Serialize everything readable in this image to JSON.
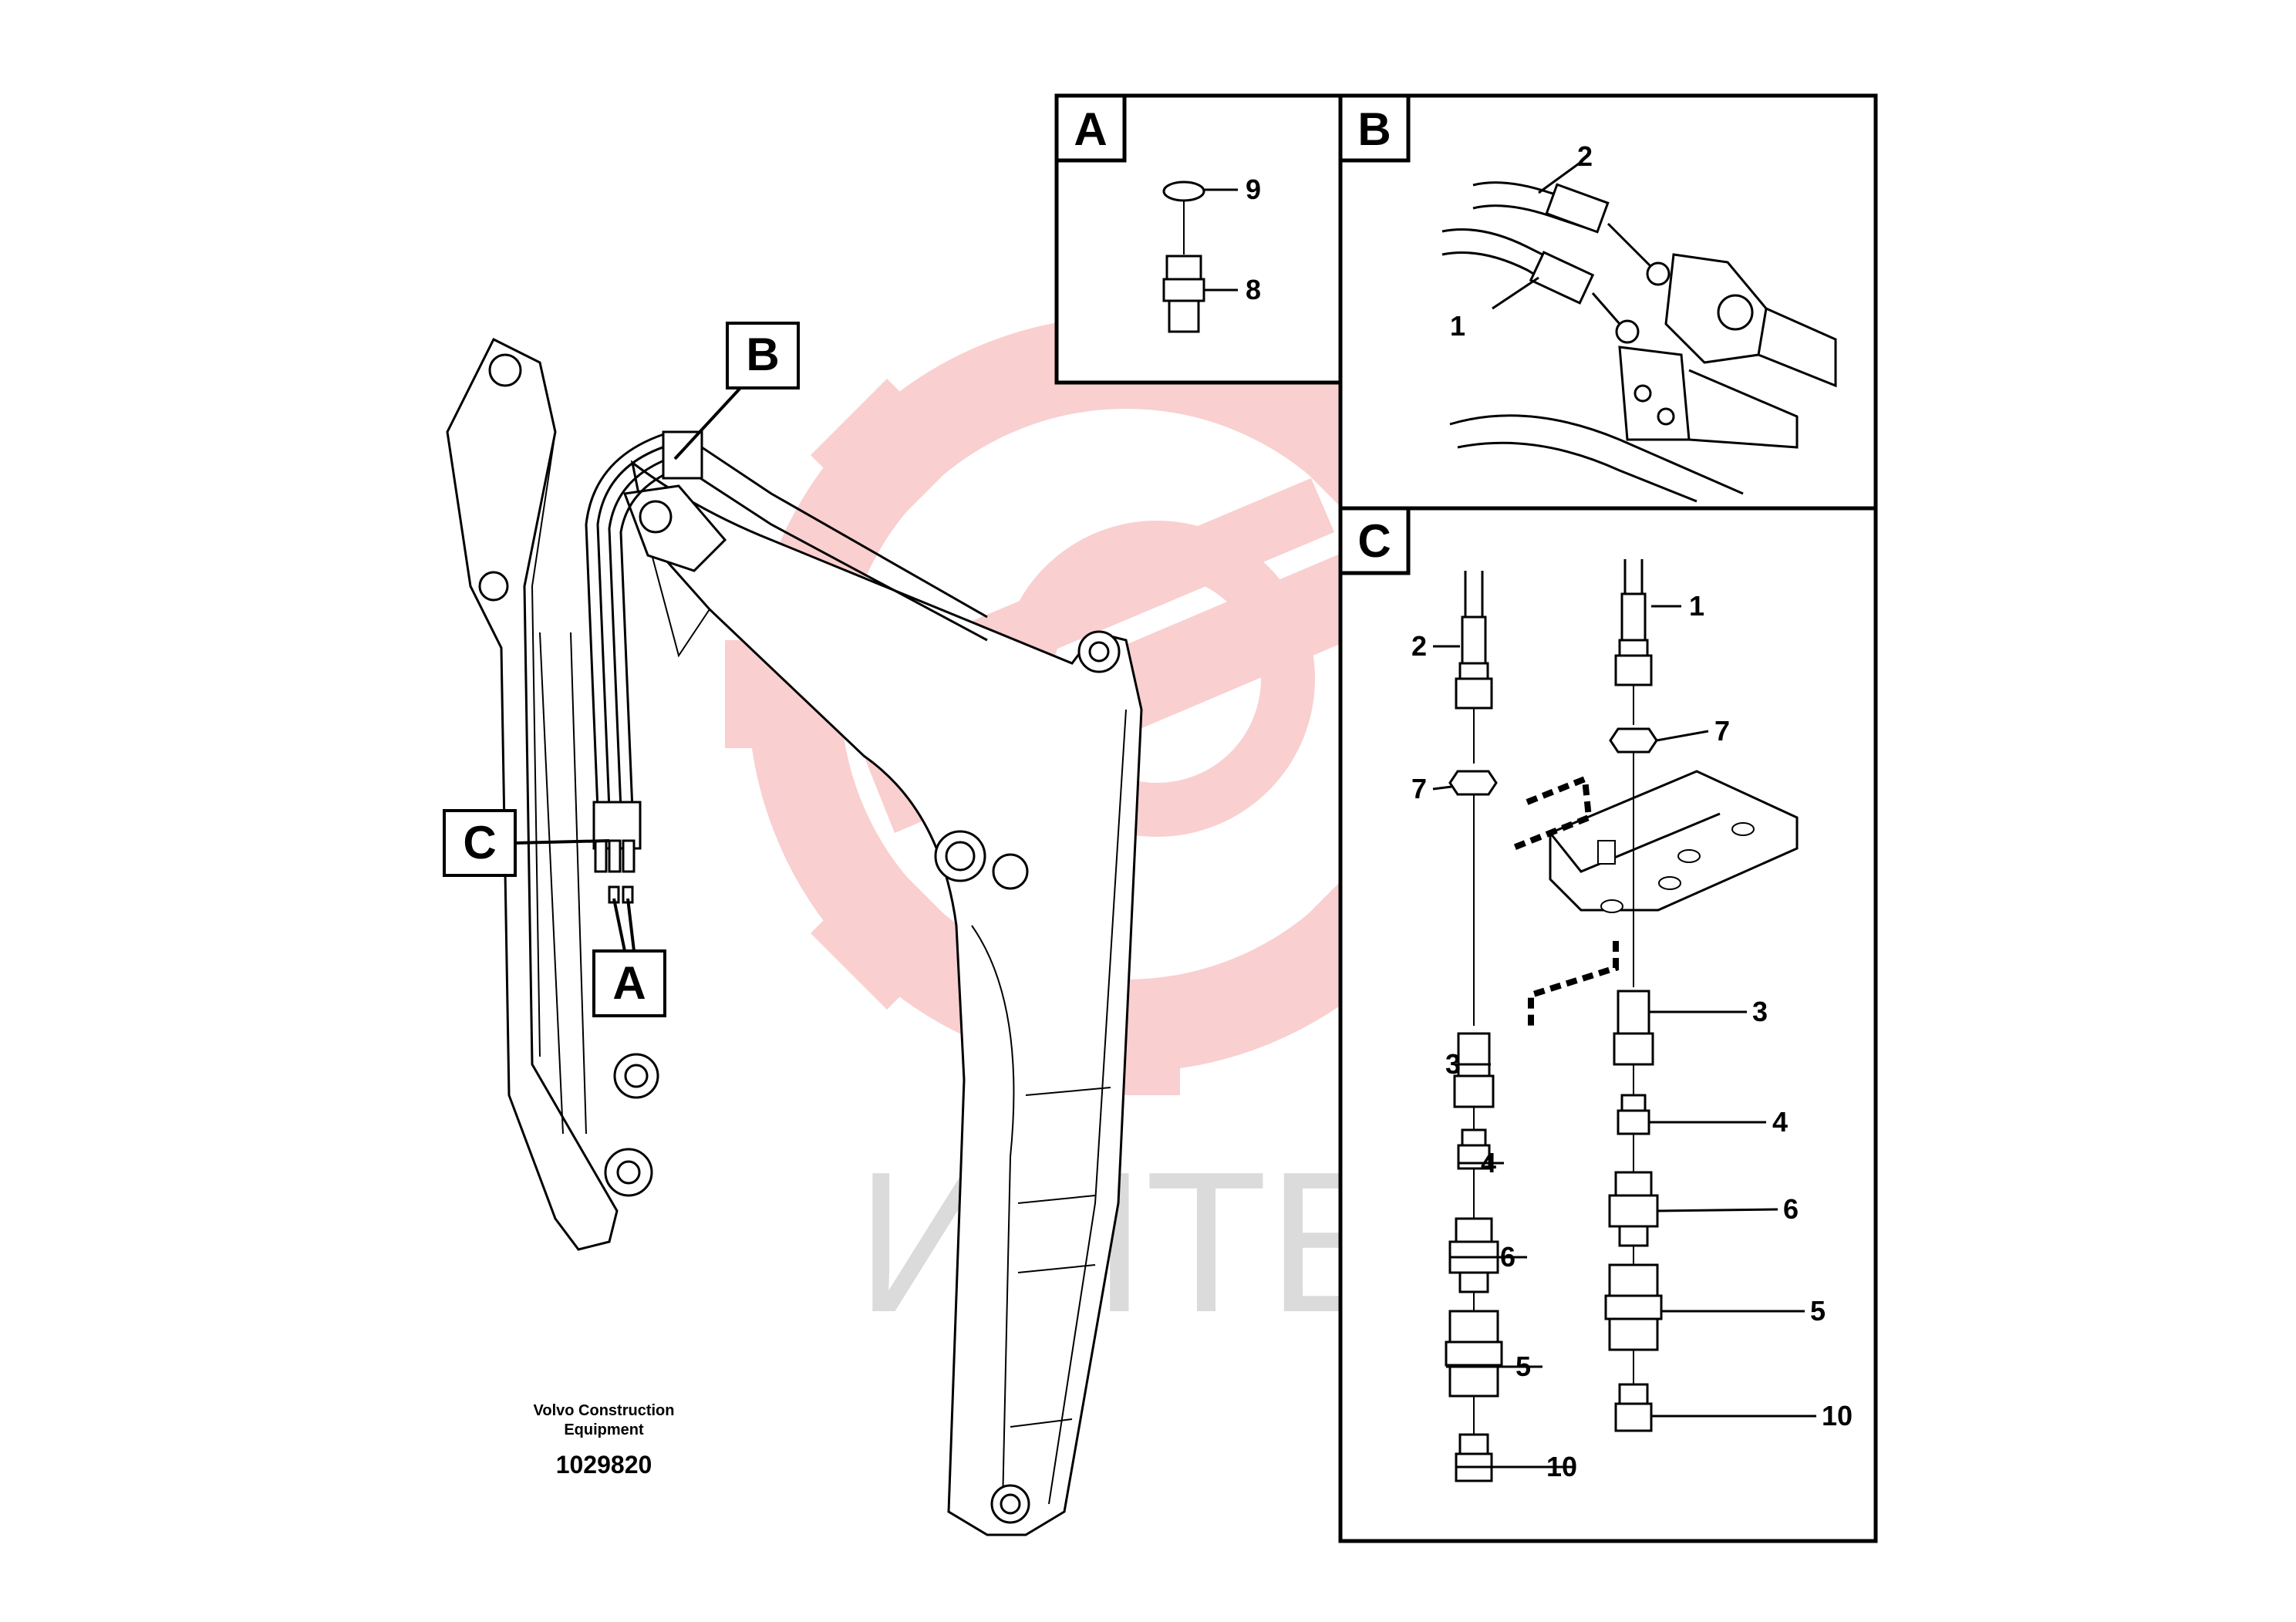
{
  "watermark": {
    "text": "ИНТЕХ",
    "color": "#f4a0a3",
    "text_color": "#c8c8c8"
  },
  "credit": {
    "line1": "Volvo Construction",
    "line2": "Equipment",
    "number": "1029820"
  },
  "main_callouts": {
    "b": "B",
    "c": "C",
    "a": "A"
  },
  "panels": {
    "a": {
      "label": "A",
      "parts": {
        "p9": "9",
        "p8": "8"
      }
    },
    "b": {
      "label": "B",
      "parts": {
        "p2": "2",
        "p1": "1"
      }
    },
    "c": {
      "label": "C",
      "left": {
        "p2": "2",
        "p7": "7",
        "p3": "3",
        "p4": "4",
        "p6": "6",
        "p5": "5",
        "p10": "10"
      },
      "right": {
        "p1": "1",
        "p7": "7",
        "p3": "3",
        "p4": "4",
        "p6": "6",
        "p5": "5",
        "p10": "10"
      }
    }
  }
}
